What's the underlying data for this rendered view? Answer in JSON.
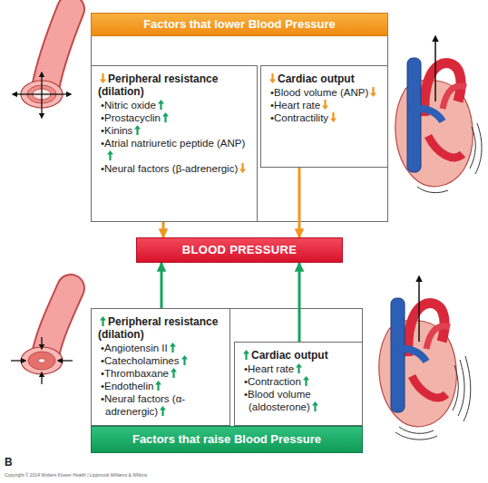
{
  "diagram": {
    "nodes": [
      {
        "text": [
          "Factors that lower Blood Pressure"
        ]
      },
      {
        "text": [
          "Peripheral resistance (dilation)",
          "•Nitric oxide",
          "•Prostacyclin",
          "•Kinins",
          "•Atrial natriuretic peptide (ANP)",
          "•Neural factors (β-adrenergic)"
        ]
      },
      {
        "text": [
          "Cardiac output",
          "•Blood volume (ANP)",
          "•Heart rate",
          "•Contractility"
        ]
      },
      {
        "text": [
          "BLOOD PRESSURE"
        ]
      },
      {
        "text": [
          "Peripheral resistance (dilation)",
          "•Angiotensin II",
          "•Catecholamines",
          "•Thrombaxane",
          "•Endothelin",
          "•Neural factors (α-adrenergic)"
        ]
      },
      {
        "text": [
          "Cardiac output",
          "•Heart rate",
          "•Contraction",
          "•Blood volume (aldosterone)"
        ]
      },
      {
        "text": [
          "Factors that raise Blood Pressure"
        ]
      }
    ],
    "edges": [
      {
        "from": 1,
        "to": 3,
        "arrow": "to"
      },
      {
        "from": 2,
        "to": 3,
        "arrow": "to"
      },
      {
        "from": 4,
        "to": 3,
        "arrow": "to"
      },
      {
        "from": 5,
        "to": 3,
        "arrow": "to"
      }
    ],
    "labels": [
      "B",
      "Copyright © 2014 Wolters Kluwer Health | Lippincott Williams & Wilkins"
    ]
  }
}
